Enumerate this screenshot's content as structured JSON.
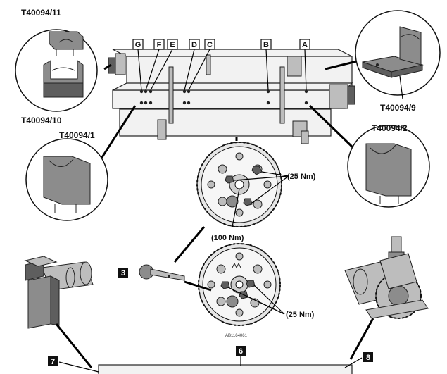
{
  "tool_labels": {
    "t11": "T40094/11",
    "t10": "T40094/10",
    "t9": "T40094/9",
    "t1": "T40094/1",
    "t2": "T40094/2"
  },
  "position_letters": [
    "G",
    "F",
    "E",
    "D",
    "C",
    "B",
    "A"
  ],
  "torque": {
    "upper": "(25 Nm)",
    "center": "(100 Nm)",
    "lower": "(25 Nm)"
  },
  "callouts": {
    "c3": "3",
    "c6": "6",
    "c7": "7",
    "c8": "8"
  },
  "figure_code": "AB1164061"
}
